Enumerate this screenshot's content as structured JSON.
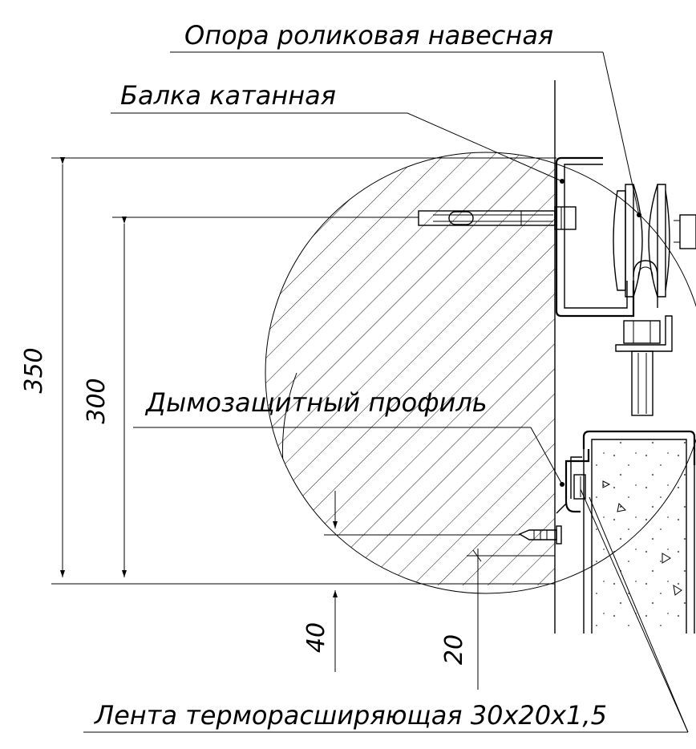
{
  "labels": {
    "roller_support": "Опора роликовая навесная",
    "rolled_beam": "Балка катанная",
    "smoke_profile": "Дымозащитный профиль",
    "intumescent_tape": "Лента терморасширяющая 30х20х1,5"
  },
  "dimensions": {
    "d350": "350",
    "d300": "300",
    "d40": "40",
    "d20": "20"
  }
}
